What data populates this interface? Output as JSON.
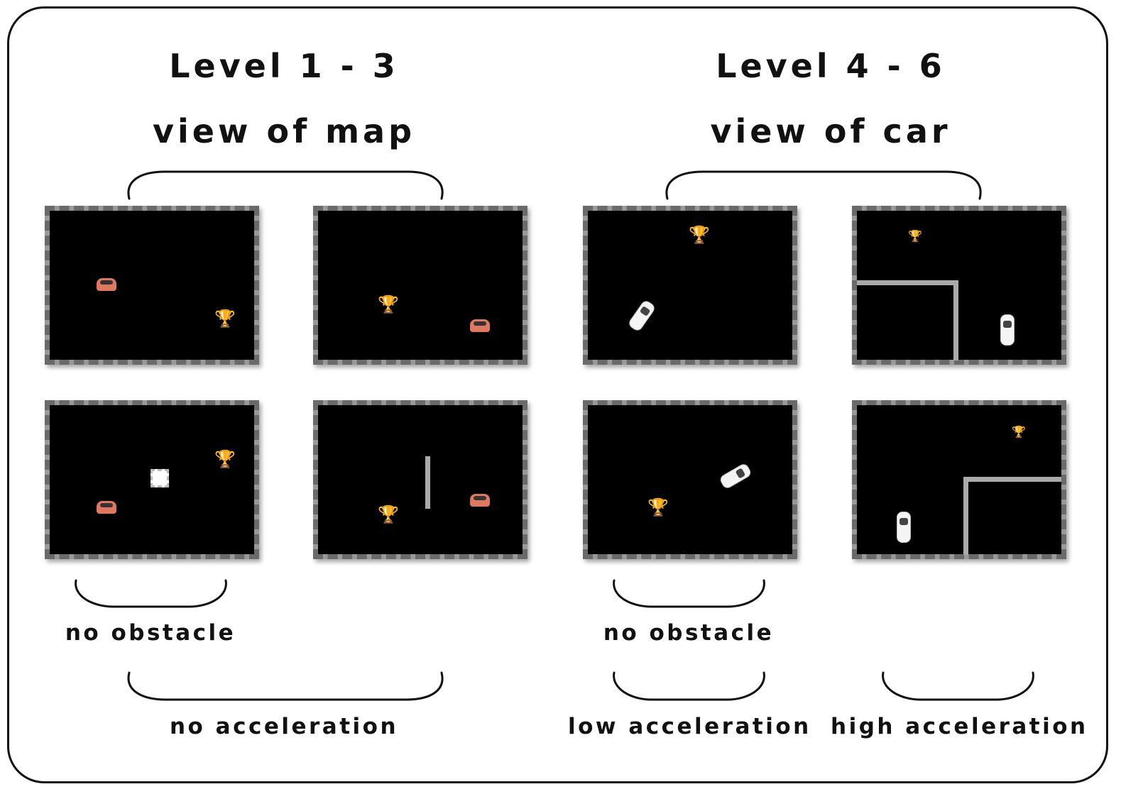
{
  "left_group": {
    "title": "Level 1 - 3",
    "subtitle": "view of map",
    "obstacle_label": "no obstacle",
    "acceleration_label": "no acceleration"
  },
  "right_group": {
    "title": "Level 4 - 6",
    "subtitle": "view of car",
    "obstacle_label": "no obstacle",
    "low_acceleration_label": "low acceleration",
    "high_acceleration_label": "high acceleration"
  },
  "icons": {
    "trophy": "trophy-icon",
    "red_car": "red-car-icon",
    "white_car": "white-car-icon"
  },
  "colors": {
    "panel_background": "#000000",
    "wall": "#999999",
    "trophy": "#e3b020",
    "red_car": "#e07860",
    "white_car": "#f4f4f4"
  }
}
